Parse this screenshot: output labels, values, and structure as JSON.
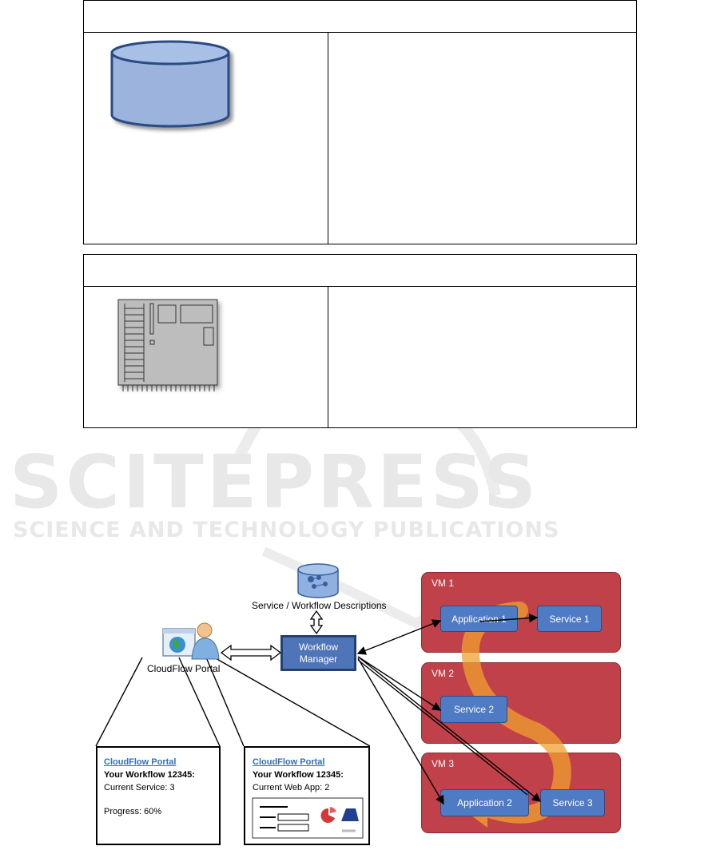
{
  "diagram": {
    "db_label": "Service / Workflow Descriptions",
    "workflow_manager": {
      "line1": "Workflow",
      "line2": "Manager"
    },
    "portal_label": "CloudFlow Portal",
    "vms": [
      {
        "label": "VM 1",
        "left_service": "Application 1",
        "right_service": "Service 1"
      },
      {
        "label": "VM 2",
        "left_service": "Service 2"
      },
      {
        "label": "VM 3",
        "left_service": "Application 2",
        "right_service": "Service 3"
      }
    ],
    "portal_views": [
      {
        "link": "CloudFlow Portal",
        "title": "Your Workflow 12345:",
        "line1": "Current Service: 3",
        "line2": "Progress: 60%"
      },
      {
        "link": "CloudFlow Portal",
        "title": "Your Workflow 12345:",
        "line1": "Current Web App: 2"
      }
    ]
  },
  "watermark": {
    "main": "SCITEPRESS",
    "sub": "SCIENCE AND TECHNOLOGY PUBLICATIONS"
  },
  "colors": {
    "vm": "#c1414a",
    "service": "#4f7ac4",
    "flow_arrow": "#f0a030",
    "database": "#9bb3dd"
  }
}
